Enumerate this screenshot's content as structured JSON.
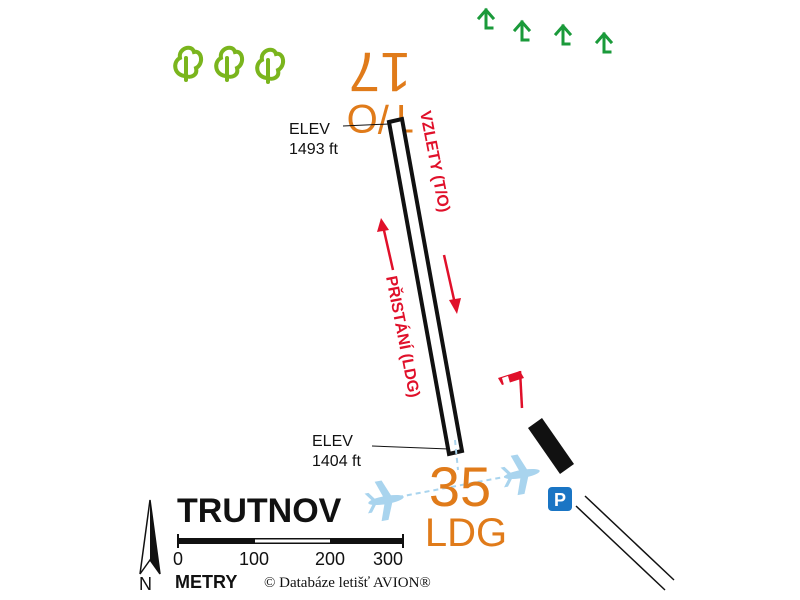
{
  "airfield": {
    "name": "TRUTNOV"
  },
  "runway": {
    "takeoff_designator": "17",
    "takeoff_label": "T/O",
    "landing_designator": "35",
    "landing_label": "LDG",
    "north_elev_label": "ELEV",
    "north_elev_value": "1493 ft",
    "south_elev_label": "ELEV",
    "south_elev_value": "1404 ft",
    "takeoff_direction_text": "VZLETY (T/O)",
    "landing_direction_text": "PŘISTÁNÍ (LDG)"
  },
  "scale_bar": {
    "ticks": [
      "0",
      "100",
      "200",
      "300"
    ],
    "unit_label": "METRY"
  },
  "north_arrow": {
    "label": "N"
  },
  "copyright": "© Databáze letišť AVION®",
  "parking": {
    "label": "P"
  },
  "colors": {
    "runway_number": "#e07b1a",
    "direction_text": "#e0102a",
    "tree": "#7ab51d",
    "arrow_marker": "#1a9a3a",
    "aircraft": "#a9d4ee",
    "parking_sign": "#1a75c4",
    "outline": "#111111"
  },
  "icons": {
    "trees": [
      "tree-icon",
      "tree-icon",
      "tree-icon"
    ],
    "terrain_markers": [
      "up-arrow-icon",
      "up-arrow-icon",
      "up-arrow-icon",
      "up-arrow-icon"
    ],
    "aircraft": [
      "airplane-icon",
      "airplane-icon"
    ],
    "windsock": "windsock-icon",
    "parking": "parking-icon",
    "north": "north-arrow-icon"
  }
}
